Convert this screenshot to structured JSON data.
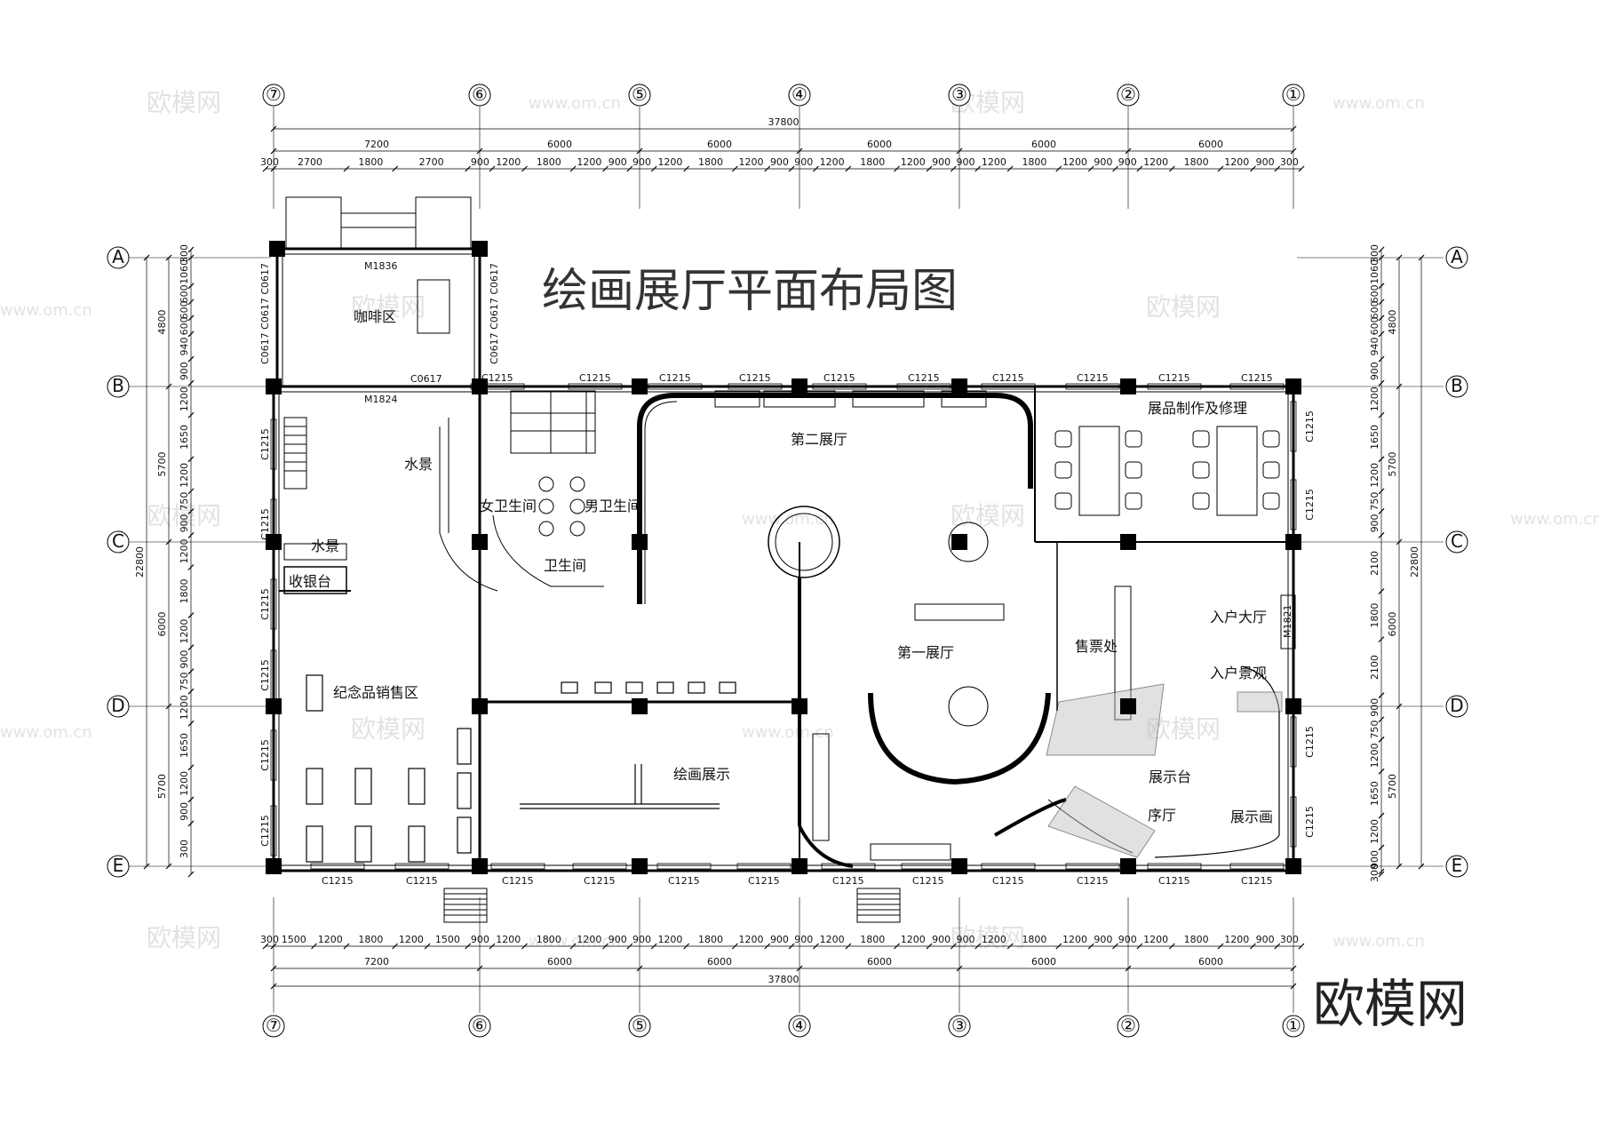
{
  "title": "绘画展厅平面布局图",
  "brand": "欧模网",
  "watermark": {
    "text": "欧模网",
    "site": "www.om.cn"
  },
  "axes": {
    "columns": [
      "⑦",
      "⑥",
      "⑤",
      "④",
      "③",
      "②",
      "①"
    ],
    "rows": [
      "A",
      "B",
      "C",
      "D",
      "E"
    ]
  },
  "dimensions": {
    "total": "37800",
    "bays": [
      "7200",
      "6000",
      "6000",
      "6000",
      "6000",
      "6000"
    ],
    "top_detail": [
      "300",
      "2700",
      "1800",
      "2700",
      "900",
      "1200",
      "1800",
      "1200",
      "900",
      "900",
      "1200",
      "1800",
      "1200",
      "900",
      "900",
      "1200",
      "1800",
      "1200",
      "900",
      "900",
      "1200",
      "1800",
      "1200",
      "900",
      "900",
      "1200",
      "1800",
      "1200",
      "900",
      "300"
    ],
    "bottom_detail": [
      "300",
      "1500",
      "1200",
      "1800",
      "1200",
      "1500",
      "900",
      "1200",
      "1800",
      "1200",
      "900",
      "900",
      "1200",
      "1800",
      "1200",
      "900",
      "900",
      "1200",
      "1800",
      "1200",
      "900",
      "900",
      "1200",
      "1800",
      "1200",
      "900",
      "900",
      "1200",
      "1800",
      "1200",
      "900",
      "300"
    ],
    "side_total": "22800",
    "side_bays": [
      "4800",
      "5700",
      "6000",
      "5700"
    ],
    "side_detail": [
      "300",
      "1060",
      "600",
      "600",
      "600",
      "940",
      "900",
      "1200",
      "1650",
      "1200",
      "750",
      "900",
      "2100",
      "1800",
      "2100",
      "900",
      "750",
      "1200",
      "1650",
      "1200",
      "900",
      "300"
    ],
    "side_detail_left": [
      "300",
      "1060",
      "600",
      "600",
      "600",
      "940",
      "900",
      "1200",
      "1650",
      "1200",
      "750",
      "900",
      "1200",
      "1800",
      "1200",
      "900",
      "750",
      "1200",
      "1650",
      "1200",
      "900",
      "300"
    ]
  },
  "rooms": {
    "coffee": "咖啡区",
    "cashier": "收银台",
    "water1": "水景",
    "water2": "水景",
    "souvenir": "纪念品销售区",
    "female_wc": "女卫生间",
    "male_wc": "男卫生间",
    "wc": "卫生间",
    "hall2": "第二展厅",
    "hall1": "第一展厅",
    "workshop": "展品制作及修理",
    "entrance_hall": "入户大厅",
    "entrance_view": "入户景观",
    "ticket": "售票处",
    "painting_show": "绘画展示",
    "display_stand": "展示台",
    "foyer": "序厅",
    "display_painting": "展示画"
  },
  "tags": {
    "window": "C1215",
    "window_small": "C0617",
    "door1": "M1836",
    "door2": "M1824",
    "door3": "M1821",
    "coffee_windows": "C0617 C0617 C0617"
  }
}
